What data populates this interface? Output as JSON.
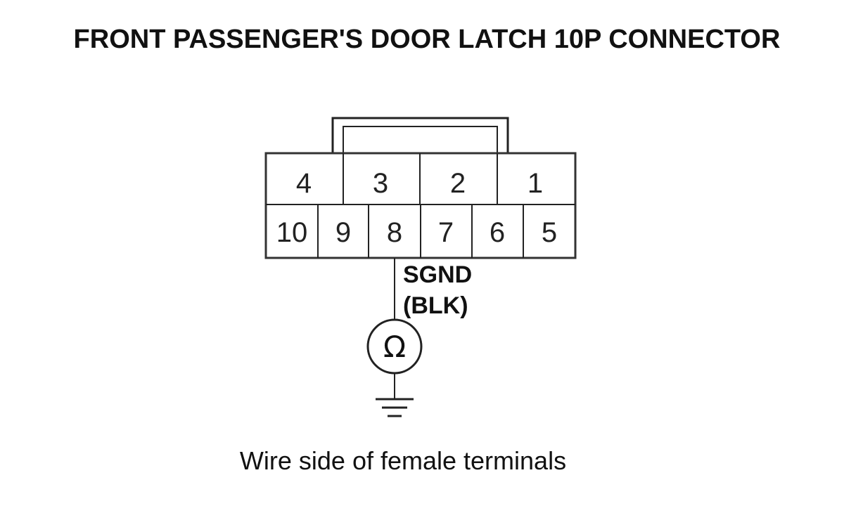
{
  "title": "FRONT PASSENGER'S DOOR LATCH 10P CONNECTOR",
  "connector": {
    "top_row_pins": [
      "4",
      "3",
      "2",
      "1"
    ],
    "bottom_row_pins": [
      "10",
      "9",
      "8",
      "7",
      "6",
      "5"
    ]
  },
  "wire": {
    "pin": "8",
    "signal": "SGND",
    "color_code": "(BLK)"
  },
  "meter_symbol": "Ω",
  "icons": [
    "ohmmeter-icon",
    "ground-icon"
  ],
  "caption": "Wire side of female terminals"
}
